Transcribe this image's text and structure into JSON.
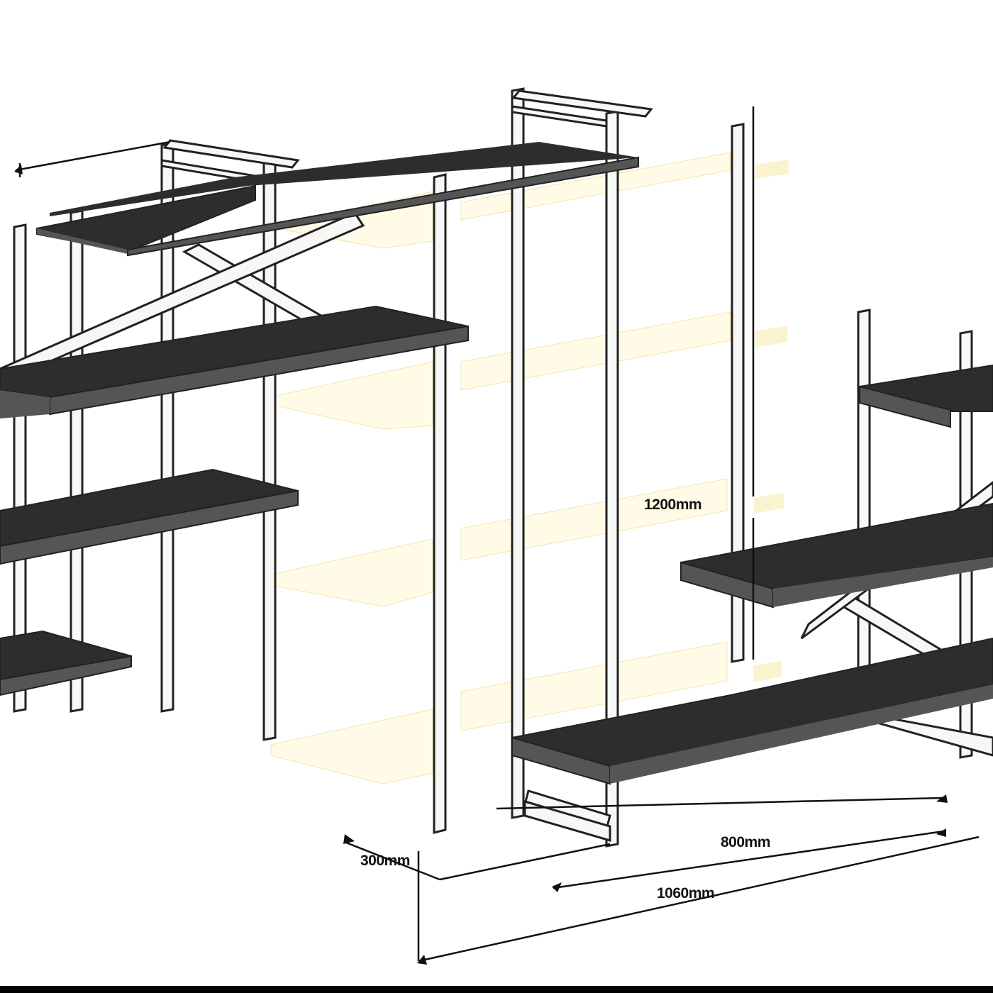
{
  "dimensions": {
    "height": "1200mm",
    "depth": "300mm",
    "shelf_width": "800mm",
    "total_width": "1060mm"
  },
  "colors": {
    "frame": "#f7f7f5",
    "frame_stroke": "#222222",
    "shelf_top": "#2d2d2d",
    "shelf_front": "#555555",
    "shelf_back": "#fffbe6",
    "shelf_back_shade": "#fbf3cf",
    "background": "#ffffff"
  }
}
